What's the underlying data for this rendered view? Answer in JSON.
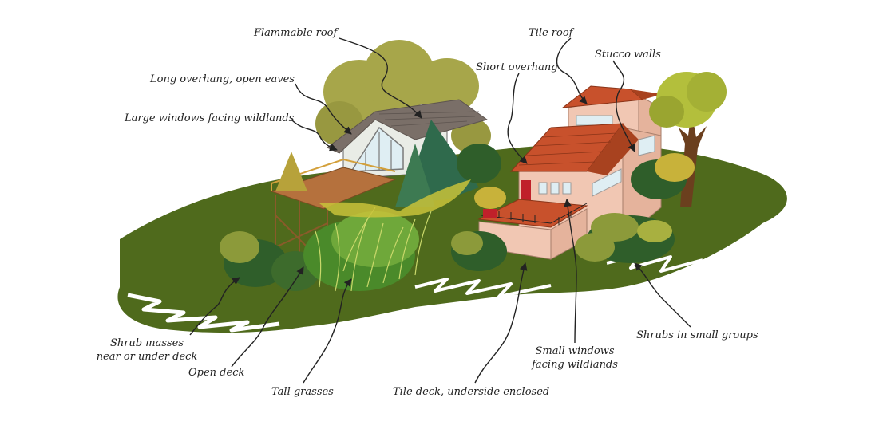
{
  "labels": {
    "flammable_roof": "Flammable roof",
    "long_overhang": "Long overhang, open eaves",
    "large_windows": "Large windows facing wildlands",
    "tile_roof": "Tile roof",
    "short_overhang": "Short overhang",
    "stucco_walls": "Stucco walls",
    "shrub_masses_1": "Shrub masses",
    "shrub_masses_2": "near or under deck",
    "open_deck": "Open deck",
    "tall_grasses": "Tall grasses",
    "tile_deck": "Tile deck, underside enclosed",
    "small_windows_1": "Small windows",
    "small_windows_2": "facing wildlands",
    "shrubs_small_groups": "Shrubs in small groups"
  },
  "colors": {
    "ground": "#4f6a1c",
    "ground_light": "#6f8a2a",
    "tree_olive": "#a7a64a",
    "tree_green": "#b3bf3c",
    "dark_shrub": "#2f5e2a",
    "tile_red": "#c8512c",
    "stucco": "#f1c7b3",
    "flammable_roof": "#7a6f68",
    "wood_deck": "#b5713d",
    "glass": "#dfeef3",
    "leader": "#222222"
  }
}
